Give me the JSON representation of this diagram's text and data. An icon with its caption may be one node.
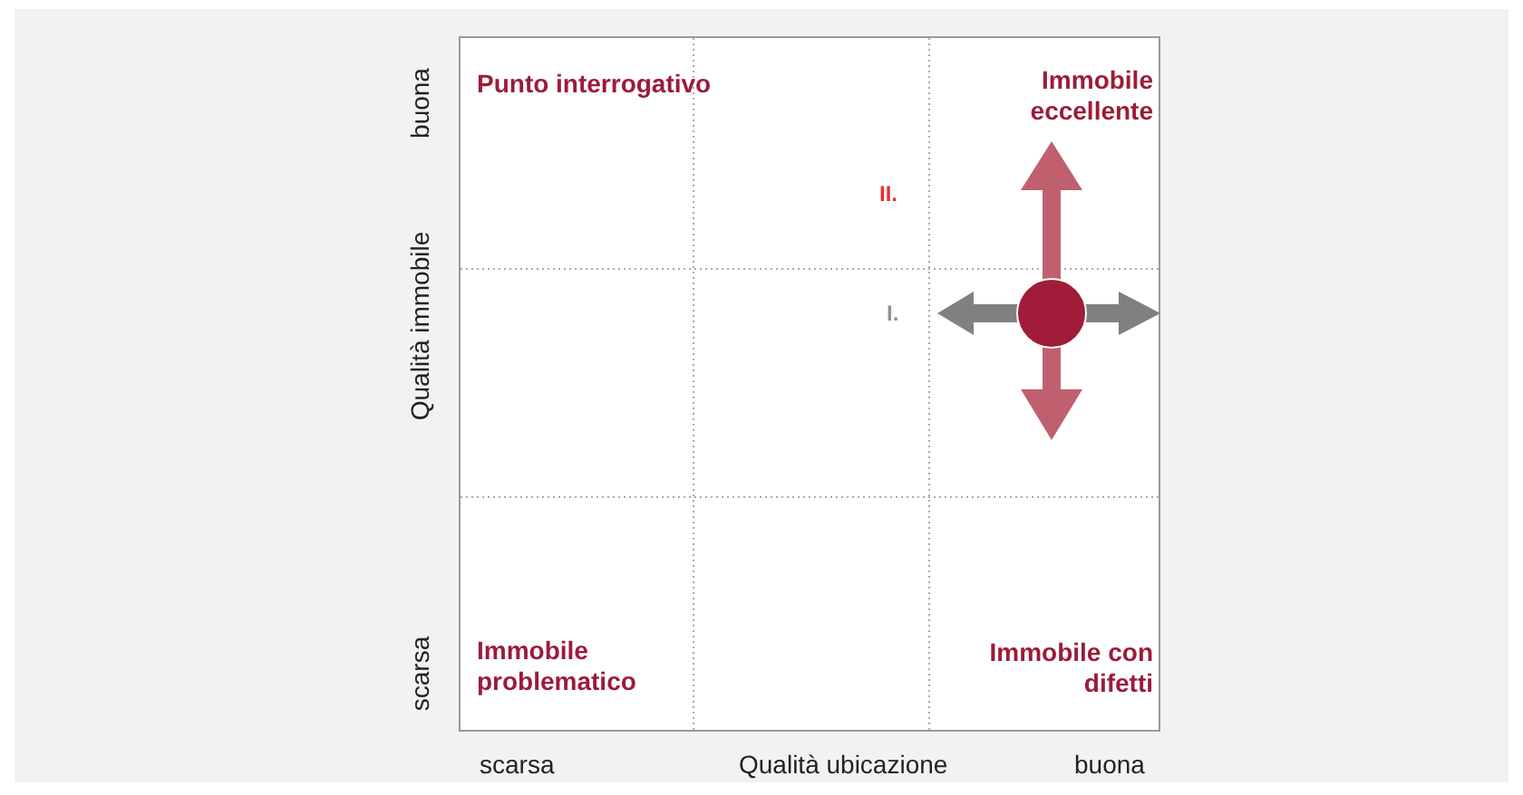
{
  "diagram": {
    "labels": [
      "buona",
      "Punto interrogativo",
      "Immobile eccellente",
      "II.",
      "Qualità immobile",
      "I.",
      "scarsa",
      "Immobile problematico",
      "Immobile con difetti",
      "scarsa",
      "Qualità ubicazione",
      "buona"
    ]
  }
}
